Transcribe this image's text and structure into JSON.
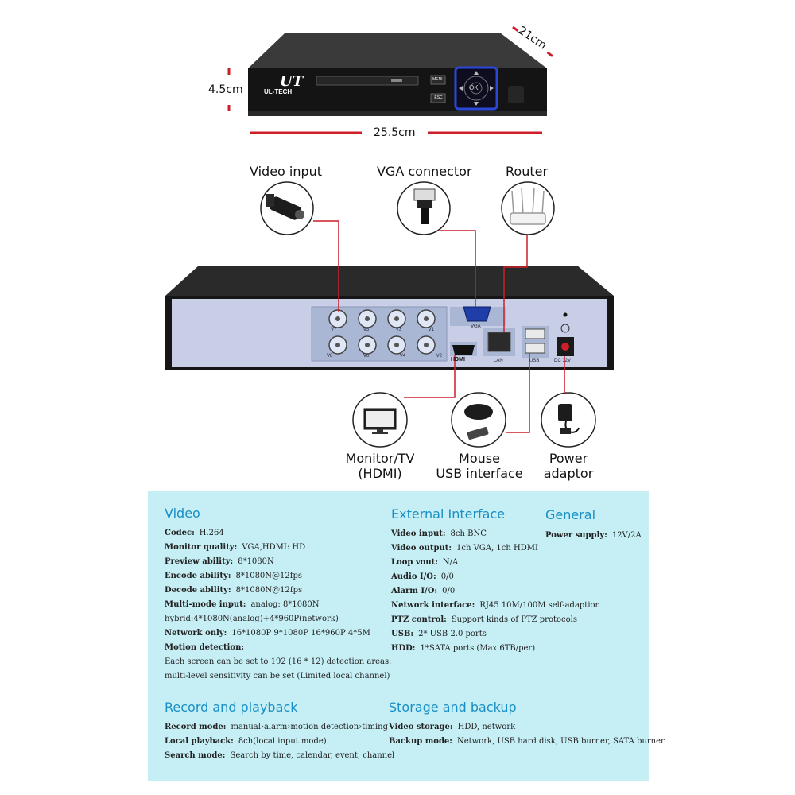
{
  "dimensions": {
    "depth": "21cm",
    "height": "4.5cm",
    "width": "25.5cm"
  },
  "device_front": {
    "logo_text": "UL-TECH",
    "button_menu": "MENU",
    "button_esc": "ESC",
    "button_ok": "OK"
  },
  "device_rear": {
    "bnc_top": [
      "V7",
      "V5",
      "V3",
      "V1"
    ],
    "bnc_bottom": [
      "V8",
      "V6",
      "V4",
      "V2"
    ],
    "port_vga": "VGA",
    "port_hdmi": "HDMI",
    "port_lan": "LAN",
    "port_usb": "USB",
    "port_dc": "DC 12V"
  },
  "callouts": {
    "video_input": "Video input",
    "vga_connector": "VGA connector",
    "router": "Router",
    "monitor_line1": "Monitor/TV",
    "monitor_line2": "(HDMI)",
    "mouse_line1": "Mouse",
    "mouse_line2": "USB interface",
    "power_line1": "Power",
    "power_line2": "adaptor"
  },
  "colors": {
    "accent_line": "#cc1f2a",
    "spec_bg": "#c6eef5",
    "heading": "#1a8fc4",
    "device_body": "#1c1c1c",
    "rear_panel": "#a9b6d4"
  },
  "specs": {
    "video": {
      "title": "Video",
      "rows": [
        {
          "label": "Codec:",
          "value": "H.264"
        },
        {
          "label": "Monitor quality:",
          "value": "VGA,HDMI: HD"
        },
        {
          "label": "Preview ability:",
          "value": "8*1080N"
        },
        {
          "label": "Encode ability:",
          "value": "8*1080N@12fps"
        },
        {
          "label": "Decode ability:",
          "value": "8*1080N@12fps"
        },
        {
          "label": "Multi-mode input:",
          "value": "analog: 8*1080N"
        }
      ],
      "hybrid": "hybrid:4*1080N(analog)+4*960P(network)",
      "network_only_label": "Network only:",
      "network_only_value": "16*1080P  9*1080P  16*960P  4*5M",
      "motion_label": "Motion detection:",
      "motion_line1": "Each screen can be set to 192 (16 * 12) detection areas;",
      "motion_line2": "multi-level sensitivity can be set (Limited local channel)"
    },
    "external": {
      "title": "External Interface",
      "rows": [
        {
          "label": "Video input:",
          "value": "8ch BNC"
        },
        {
          "label": "Video output:",
          "value": "1ch VGA, 1ch HDMI"
        },
        {
          "label": "Loop vout:",
          "value": "N/A"
        },
        {
          "label": "Audio I/O:",
          "value": "0/0"
        },
        {
          "label": "Alarm I/O:",
          "value": "0/0"
        },
        {
          "label": "Network interface:",
          "value": "RJ45 10M/100M self-adaption"
        },
        {
          "label": "PTZ control:",
          "value": "Support kinds of PTZ protocols"
        },
        {
          "label": "USB:",
          "value": "2* USB 2.0 ports"
        },
        {
          "label": "HDD:",
          "value": "1*SATA ports (Max 6TB/per)"
        }
      ]
    },
    "general": {
      "title": "General",
      "rows": [
        {
          "label": "Power supply:",
          "value": "12V/2A"
        }
      ]
    },
    "record": {
      "title": "Record and playback",
      "rows": [
        {
          "label": "Record mode:",
          "value": "manual›alarm›motion detection›timing"
        },
        {
          "label": "Local playback:",
          "value": "8ch(local input mode)"
        },
        {
          "label": "Search mode:",
          "value": "Search by time, calendar, event, channel"
        }
      ]
    },
    "storage": {
      "title": "Storage and backup",
      "rows": [
        {
          "label": "Video storage:",
          "value": "HDD, network"
        },
        {
          "label": "Backup mode:",
          "value": "Network, USB hard disk, USB burner, SATA burner"
        }
      ]
    }
  }
}
